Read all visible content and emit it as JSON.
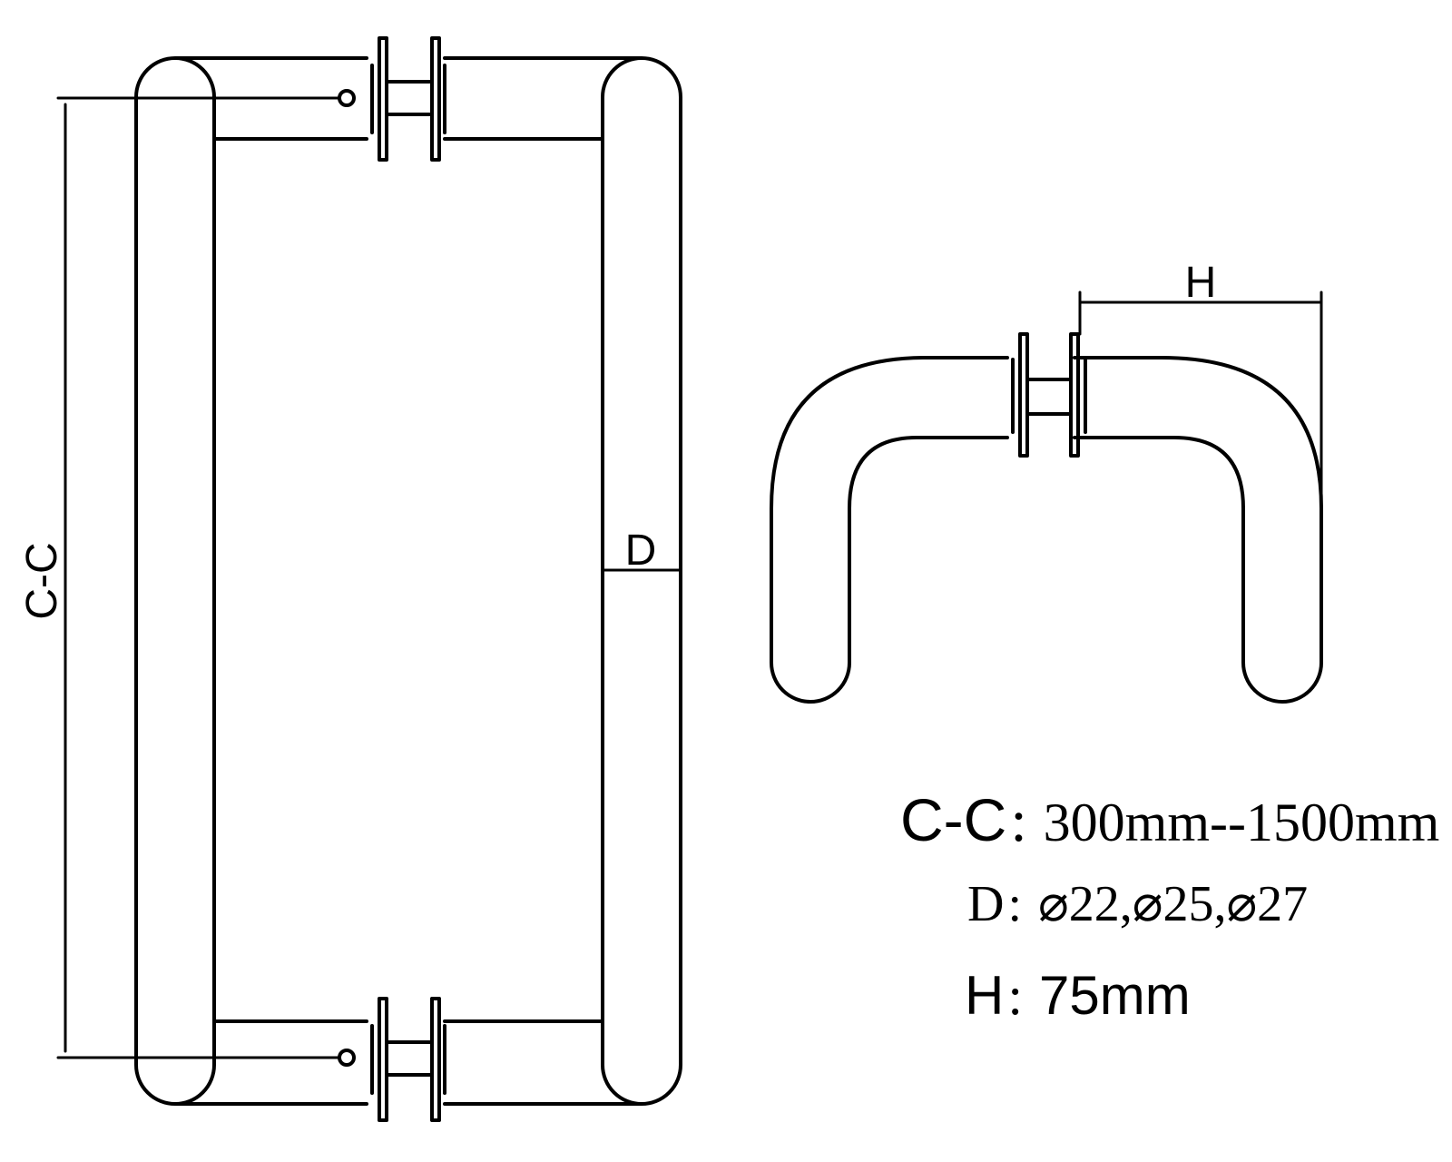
{
  "labels": {
    "cc_dimension": "C-C",
    "d_dimension": "D",
    "h_dimension": "H"
  },
  "specs": {
    "cc": {
      "label": "C-C",
      "colon": ":",
      "value": "300mm--1500mm"
    },
    "d": {
      "label": "D",
      "colon": ":",
      "value": "⌀22,⌀25,⌀27"
    },
    "h": {
      "label": "H",
      "colon": ":",
      "value": "75mm"
    }
  }
}
